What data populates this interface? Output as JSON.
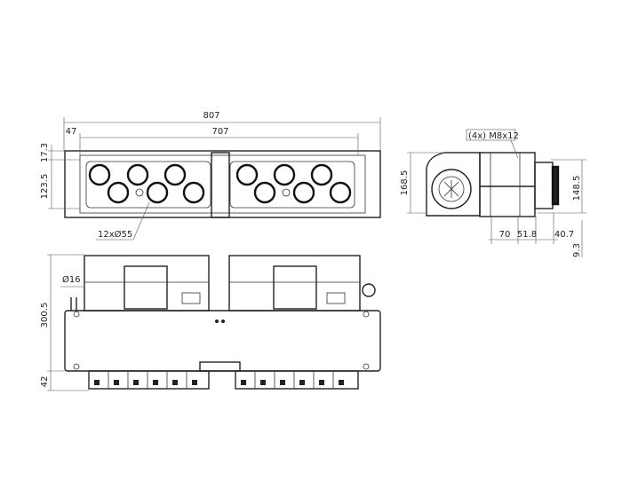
{
  "top_view": {
    "overall_width": "807",
    "inner_width": "707",
    "offset": "47",
    "height_a": "17.3",
    "height_b": "123.5",
    "holes": "12xØ55"
  },
  "side_view": {
    "height_total": "168.5",
    "height_motor": "148.5",
    "screws": "(4x) M8x12",
    "dim_a": "70",
    "dim_b": "51.8",
    "dim_c": "40.7",
    "dim_d": "9.3"
  },
  "front_view": {
    "height_total": "300.5",
    "height_fins": "42",
    "pipe_diameter": "Ø16"
  },
  "colors": {
    "line": "#222222",
    "background": "#ffffff"
  }
}
